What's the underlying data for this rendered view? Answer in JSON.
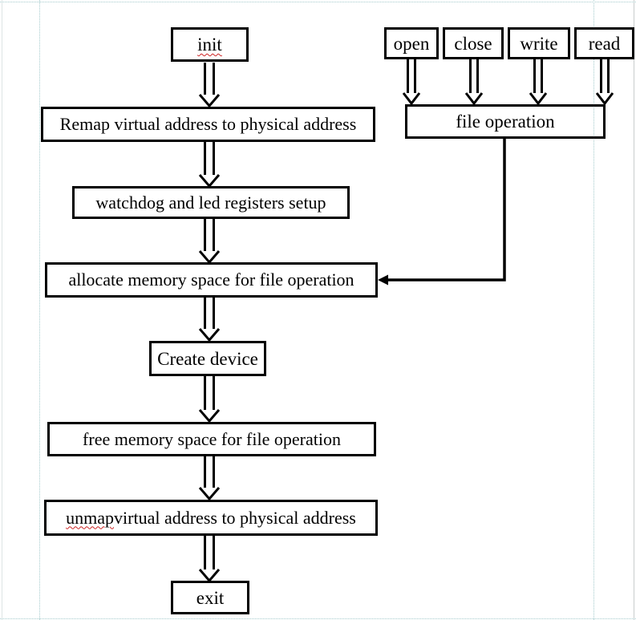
{
  "colors": {
    "stroke": "#000000",
    "background": "#ffffff",
    "guide": "#a5cbcd",
    "edge_gray": "#c9cdcd",
    "spellcheck_red": "#cc2222"
  },
  "boxes": {
    "init": {
      "label": "init"
    },
    "open": {
      "label": "open"
    },
    "close": {
      "label": "close"
    },
    "write": {
      "label": "write"
    },
    "read": {
      "label": "read"
    },
    "file_operation": {
      "label": "file operation"
    },
    "remap": {
      "label": "Remap virtual address to physical address"
    },
    "watchdog": {
      "label": "watchdog and led registers setup"
    },
    "allocate": {
      "label": "allocate memory space for file operation"
    },
    "create_device": {
      "label": "Create device"
    },
    "free_memory": {
      "label": "free memory space for file operation"
    },
    "unmap": {
      "misspelled_word": "unmap",
      "label_rest": " virtual address to physical address"
    },
    "exit": {
      "label": "exit"
    }
  }
}
